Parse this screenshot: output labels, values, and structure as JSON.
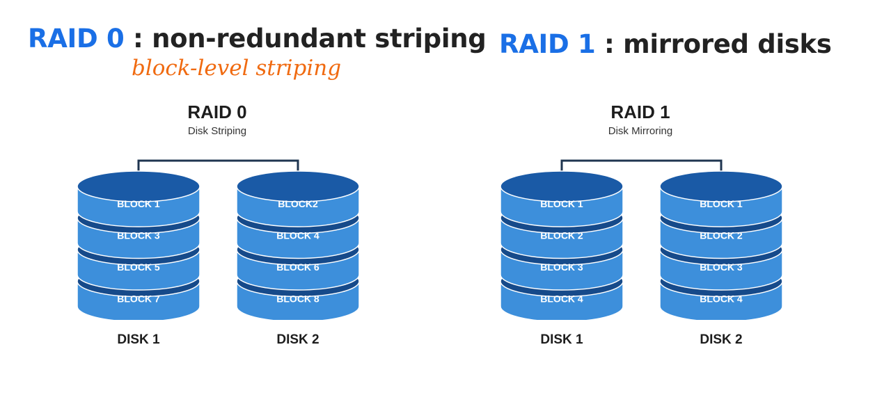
{
  "headings": {
    "raid0": {
      "name": "RAID 0",
      "rest": " : non-redundant striping"
    },
    "raid1": {
      "name": "RAID 1",
      "rest": " : mirrored disks"
    }
  },
  "annotation": "block-level striping",
  "diagrams": [
    {
      "title": "RAID 0",
      "subtitle": "Disk Striping",
      "disks": [
        {
          "label": "DISK 1",
          "blocks": [
            "BLOCK 1",
            "BLOCK 3",
            "BLOCK 5",
            "BLOCK 7"
          ]
        },
        {
          "label": "DISK 2",
          "blocks": [
            "BLOCK2",
            "BLOCK 4",
            "BLOCK 6",
            "BLOCK 8"
          ]
        }
      ]
    },
    {
      "title": "RAID 1",
      "subtitle": "Disk Mirroring",
      "disks": [
        {
          "label": "DISK 1",
          "blocks": [
            "BLOCK 1",
            "BLOCK 2",
            "BLOCK 3",
            "BLOCK 4"
          ]
        },
        {
          "label": "DISK 2",
          "blocks": [
            "BLOCK 1",
            "BLOCK 2",
            "BLOCK 3",
            "BLOCK 4"
          ]
        }
      ]
    }
  ],
  "colors": {
    "accent_blue": "#1a6fe6",
    "annotation_orange": "#f06a10",
    "disk_body": "#3d8fdb",
    "disk_top": "#1a5aa6",
    "disk_dark": "#164a8a",
    "connector": "#1f3550"
  }
}
